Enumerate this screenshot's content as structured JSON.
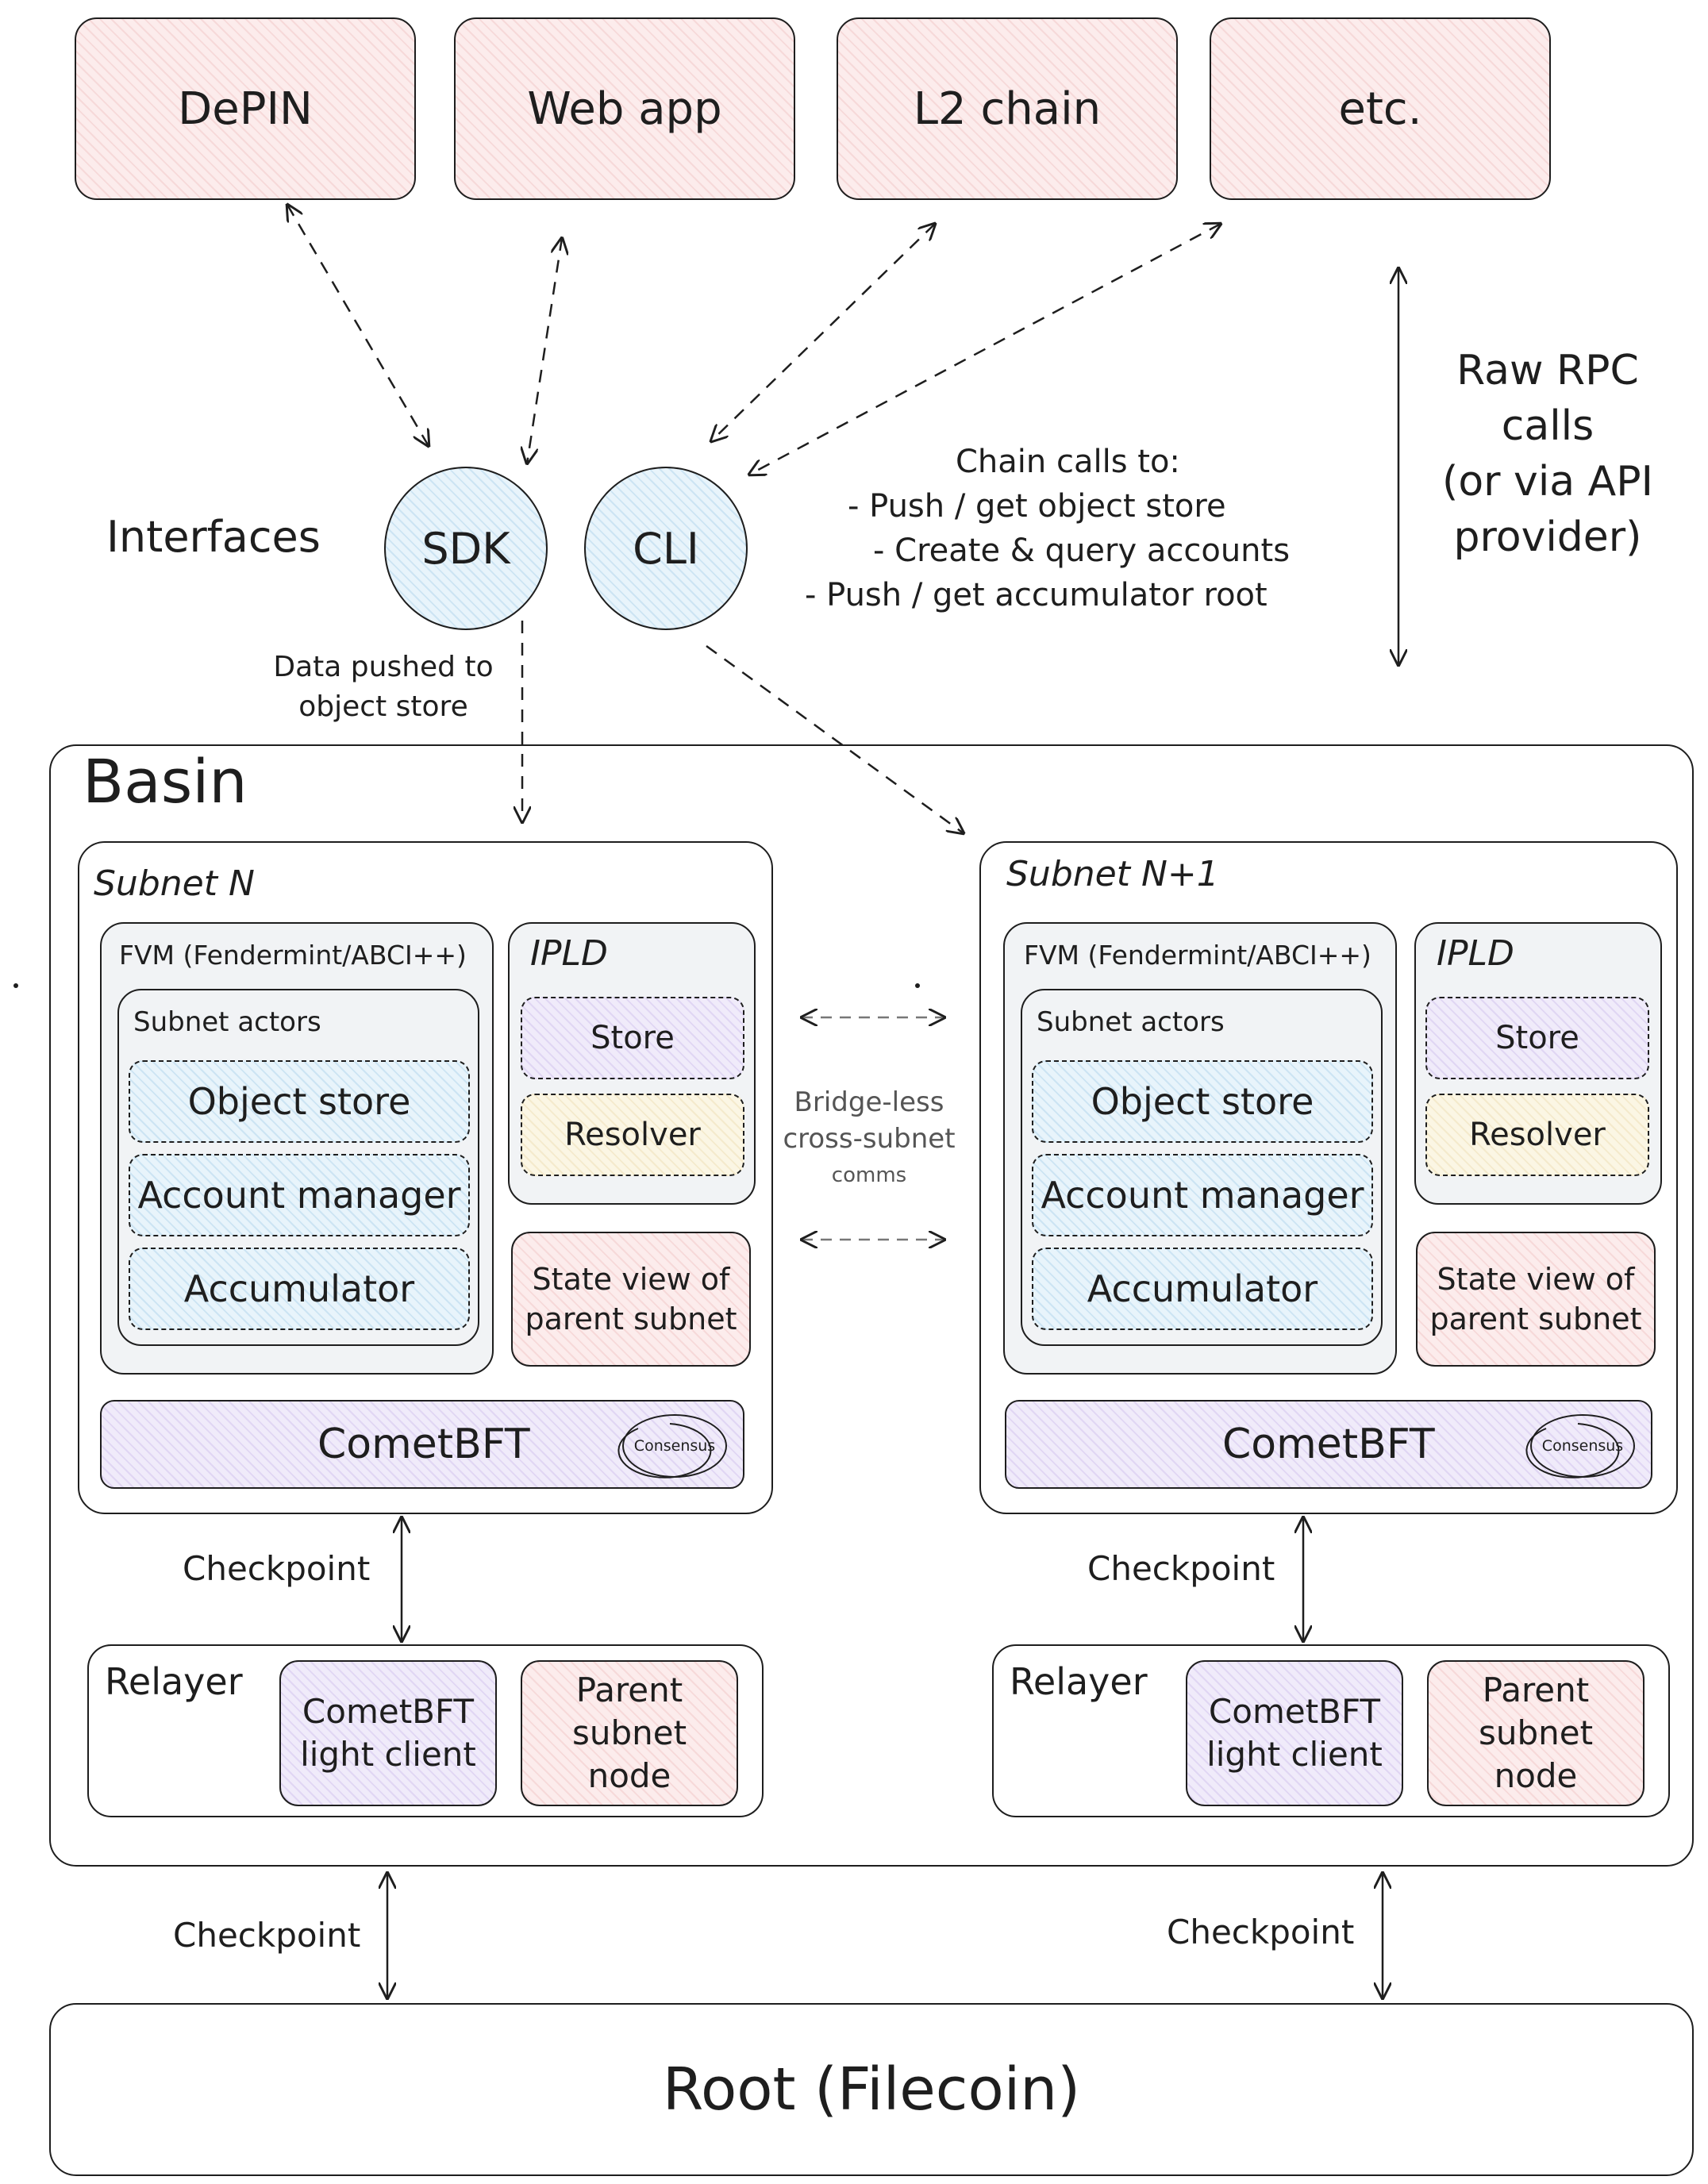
{
  "top_boxes": [
    {
      "label": "DePIN"
    },
    {
      "label": "Web app"
    },
    {
      "label": "L2 chain"
    },
    {
      "label": "etc."
    }
  ],
  "interfaces": {
    "label": "Interfaces",
    "sdk": "SDK",
    "cli": "CLI",
    "data_pushed": [
      "Data pushed to",
      "object store"
    ]
  },
  "chain_calls": {
    "heading": "Chain calls to:",
    "items": [
      "- Push / get object store",
      "- Create & query accounts",
      "- Push / get accumulator root"
    ]
  },
  "raw_rpc": [
    "Raw RPC",
    "calls",
    "(or via API",
    "provider)"
  ],
  "basin": {
    "title": "Basin",
    "bridge_label": [
      "Bridge-less",
      "cross-subnet",
      "comms"
    ],
    "subnets": [
      {
        "title": "Subnet N",
        "fvm": "FVM (Fendermint/ABCI++)",
        "actors_title": "Subnet actors",
        "actors": [
          "Object store",
          "Account manager",
          "Accumulator"
        ],
        "ipld_title": "IPLD",
        "ipld_items": [
          "Store",
          "Resolver"
        ],
        "state_view": [
          "State view of",
          "parent subnet"
        ],
        "cometbft": "CometBFT",
        "consensus": "Consensus",
        "checkpoint": "Checkpoint",
        "relayer": "Relayer",
        "light_client": [
          "CometBFT",
          "light client"
        ],
        "parent_node": [
          "Parent",
          "subnet",
          "node"
        ]
      },
      {
        "title": "Subnet N+1",
        "fvm": "FVM (Fendermint/ABCI++)",
        "actors_title": "Subnet actors",
        "actors": [
          "Object store",
          "Account manager",
          "Accumulator"
        ],
        "ipld_title": "IPLD",
        "ipld_items": [
          "Store",
          "Resolver"
        ],
        "state_view": [
          "State view of",
          "parent subnet"
        ],
        "cometbft": "CometBFT",
        "consensus": "Consensus",
        "checkpoint": "Checkpoint",
        "relayer": "Relayer",
        "light_client": [
          "CometBFT",
          "light client"
        ],
        "parent_node": [
          "Parent",
          "subnet",
          "node"
        ]
      }
    ]
  },
  "root_checkpoints": [
    "Checkpoint",
    "Checkpoint"
  ],
  "root": "Root (Filecoin)"
}
